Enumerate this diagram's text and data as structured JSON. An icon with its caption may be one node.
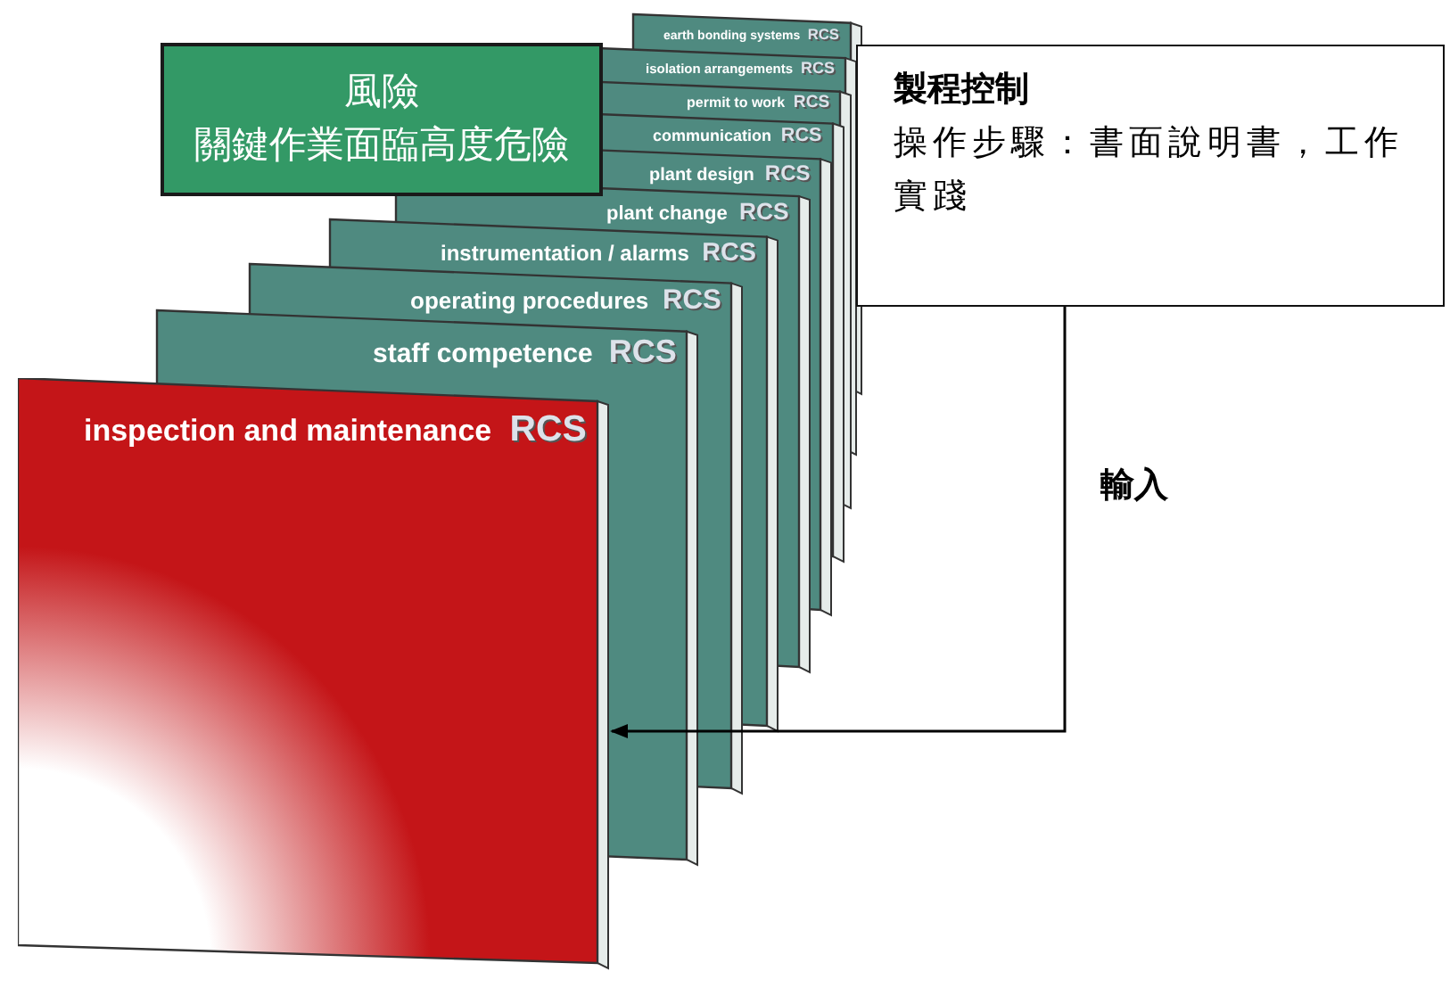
{
  "diagram": {
    "nodes": [
      {
        "text": [
          "風險",
          "關鍵作業面臨高度危險"
        ]
      },
      {
        "text": [
          "製程控制",
          "操作步驟：書面說明書，工作實踐"
        ]
      },
      {
        "text": [
          "inspection and maintenance",
          "RCS"
        ]
      },
      {
        "text": [
          "staff competence",
          "RCS"
        ]
      },
      {
        "text": [
          "operating procedures",
          "RCS"
        ]
      },
      {
        "text": [
          "instrumentation / alarms",
          "RCS"
        ]
      },
      {
        "text": [
          "plant change",
          "RCS"
        ]
      },
      {
        "text": [
          "plant design",
          "RCS"
        ]
      },
      {
        "text": [
          "communication",
          "RCS"
        ]
      },
      {
        "text": [
          "permit to work",
          "RCS"
        ]
      },
      {
        "text": [
          "isolation arrangements",
          "RCS"
        ]
      },
      {
        "text": [
          "earth bonding systems",
          "RCS"
        ]
      }
    ],
    "edges": [
      {
        "from": 1,
        "to": 2,
        "arrow": "to",
        "label": "輸入"
      }
    ]
  }
}
